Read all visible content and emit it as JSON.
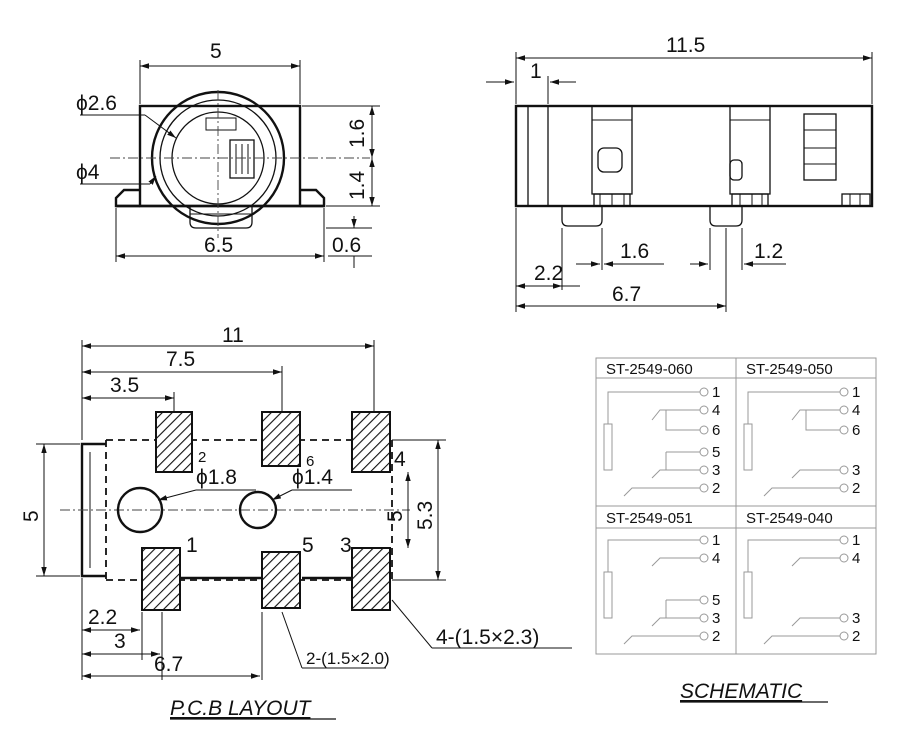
{
  "front_view": {
    "width": "5",
    "d_inner": "ϕ2.6",
    "d_outer": "ϕ4",
    "h_top": "1.6",
    "h_mid": "1.4",
    "base_width": "6.5",
    "base_height": "0.6"
  },
  "side_view": {
    "length": "11.5",
    "offset": "1",
    "pin_a": "1.6",
    "pin_b": "1.2",
    "pos_a": "2.2",
    "pos_b": "6.7"
  },
  "pcb": {
    "title": "P.C.B LAYOUT",
    "total": "11",
    "d1": "7.5",
    "d2": "3.5",
    "height": "5",
    "height_inner": "5",
    "height_outer": "5.3",
    "hole_large": "ϕ1.8",
    "hole_small": "ϕ1.4",
    "bottom_a": "2.2",
    "bottom_b": "3",
    "bottom_c": "6.7",
    "pads_small": "2-(1.5×2.0)",
    "pads_large": "4-(1.5×2.3)",
    "pins": [
      "2",
      "6",
      "4",
      "1",
      "5",
      "3"
    ]
  },
  "schematic": {
    "title": "SCHEMATIC",
    "cells": [
      {
        "part": "ST-2549-060",
        "pins": [
          "1",
          "4",
          "6",
          "5",
          "3",
          "2"
        ]
      },
      {
        "part": "ST-2549-050",
        "pins": [
          "1",
          "4",
          "6",
          "3",
          "2"
        ]
      },
      {
        "part": "ST-2549-051",
        "pins": [
          "1",
          "4",
          "5",
          "3",
          "2"
        ]
      },
      {
        "part": "ST-2549-040",
        "pins": [
          "1",
          "4",
          "3",
          "2"
        ]
      }
    ]
  }
}
